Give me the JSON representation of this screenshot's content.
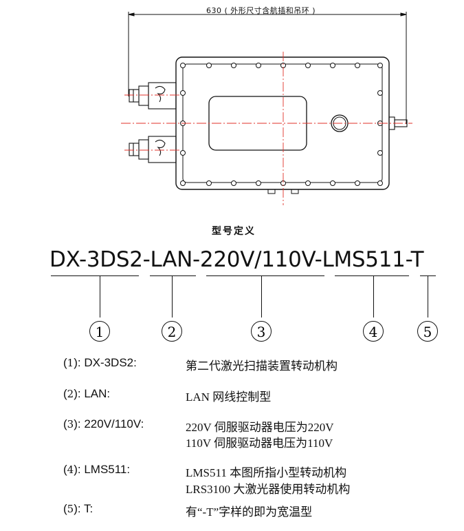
{
  "drawing": {
    "dimension_label": "630 ( 外形尺寸含航插和吊环 )"
  },
  "section_title": "型号定义",
  "model": {
    "segments": [
      {
        "text": "DX-3DS2",
        "sep": "-"
      },
      {
        "text": "LAN",
        "sep": "-"
      },
      {
        "text": "220V/110V",
        "sep": "-"
      },
      {
        "text": "LMS511",
        "sep": "-"
      },
      {
        "text": "T",
        "sep": ""
      }
    ],
    "markers": [
      "1",
      "2",
      "3",
      "4",
      "5"
    ]
  },
  "definitions": [
    {
      "marker": "1",
      "code": "DX-3DS2:",
      "lines": [
        "第二代激光扫描装置转动机构"
      ]
    },
    {
      "marker": "2",
      "code": "LAN:",
      "lines": [
        "LAN  网线控制型"
      ]
    },
    {
      "marker": "3",
      "code": "220V/110V:",
      "lines": [
        "220V  伺服驱动器电压为220V",
        "110V  伺服驱动器电压为110V"
      ]
    },
    {
      "marker": "4",
      "code": "LMS511:",
      "lines": [
        "LMS511      本图所指小型转动机构",
        "LRS3100     大激光器使用转动机构"
      ]
    },
    {
      "marker": "5",
      "code": "T:",
      "lines": [
        "有“-T”字样的即为宽温型"
      ]
    }
  ]
}
